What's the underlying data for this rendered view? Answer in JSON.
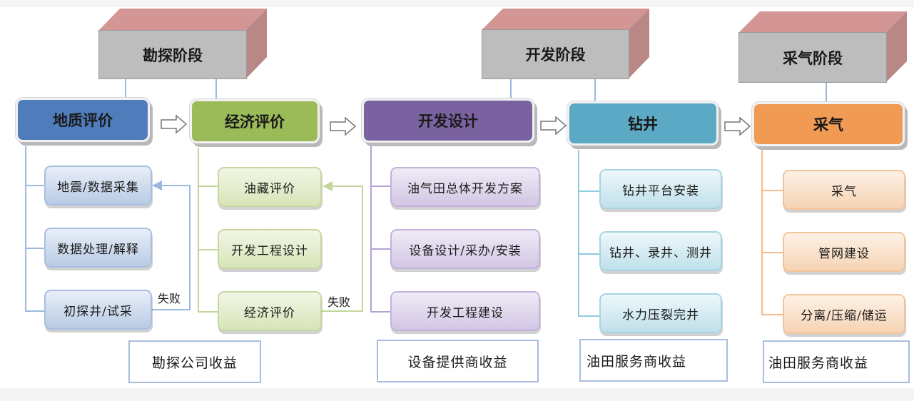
{
  "stages": [
    {
      "label": "勘探阶段"
    },
    {
      "label": "开发阶段"
    },
    {
      "label": "采气阶段"
    }
  ],
  "processes": [
    {
      "label": "地质评价",
      "color": "#4f7cba",
      "items": [
        "地震/数据采集",
        "数据处理/解释",
        "初探井/试采"
      ],
      "fail_label": "失败"
    },
    {
      "label": "经济评价",
      "color": "#9bbb59",
      "items": [
        "油藏评价",
        "开发工程设计",
        "经济评价"
      ],
      "fail_label": "失败"
    },
    {
      "label": "开发设计",
      "color": "#7a62a1",
      "items": [
        "油气田总体开发方案",
        "设备设计/采办/安装",
        "开发工程建设"
      ]
    },
    {
      "label": "钻井",
      "color": "#5ba9c4",
      "items": [
        "钻井平台安装",
        "钻井、录井、测井",
        "水力压裂完井"
      ]
    },
    {
      "label": "采气",
      "color": "#f09a54",
      "items": [
        "采气",
        "管网建设",
        "分离/压缩/储运"
      ]
    }
  ],
  "revenues": [
    {
      "label": "勘探公司收益"
    },
    {
      "label": "设备提供商收益"
    },
    {
      "label": "油田服务商收益"
    },
    {
      "label": "油田服务商收益"
    }
  ],
  "colors": {
    "stage_front": "#bdbdbd",
    "stage_top": "#d49694",
    "stage_side": "#b98886",
    "connector_blue": "#9bb8df",
    "connector_green": "#c3d69b",
    "connector_purple": "#b3a2d3",
    "connector_teal": "#8ccbe0",
    "connector_orange": "#f5b98a"
  }
}
